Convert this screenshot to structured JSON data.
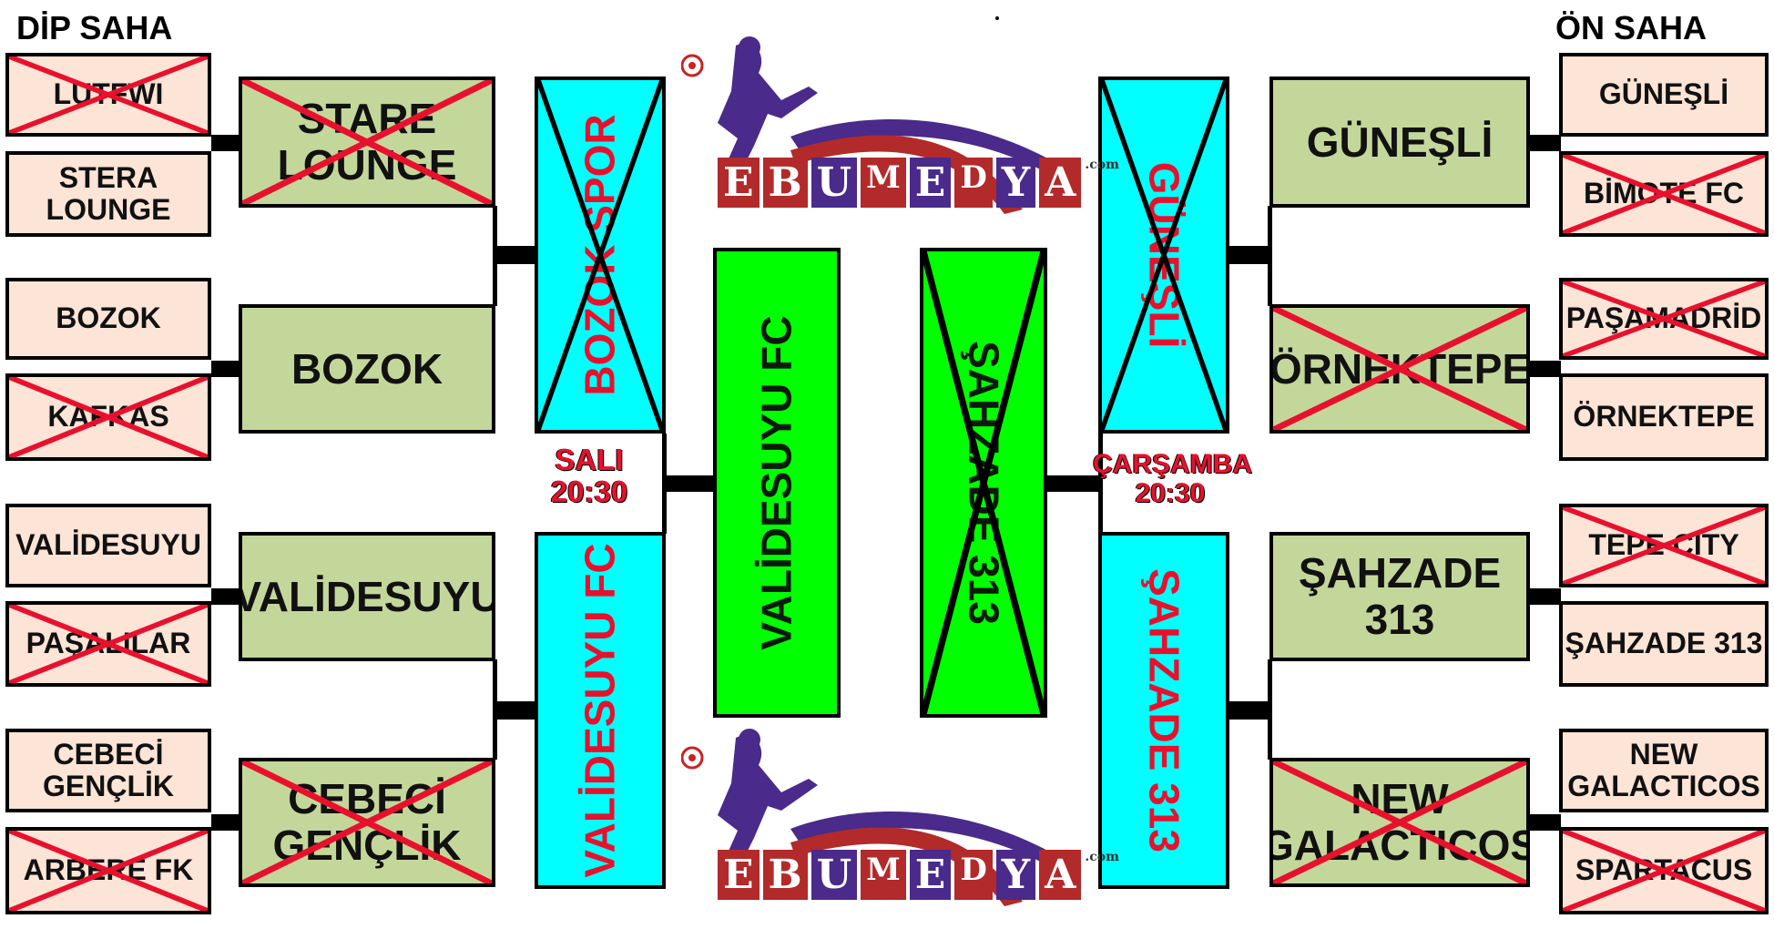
{
  "headers": {
    "left": "DİP SAHA",
    "right": "ÖN SAHA"
  },
  "left_r1": [
    {
      "name": "LUTFWI",
      "eliminated": true
    },
    {
      "name": "STERA LOUNGE",
      "eliminated": false
    },
    {
      "name": "BOZOK",
      "eliminated": false
    },
    {
      "name": "KAFKAS",
      "eliminated": true
    },
    {
      "name": "VALİDESUYU",
      "eliminated": false
    },
    {
      "name": "PAŞALILAR",
      "eliminated": true
    },
    {
      "name": "CEBECİ GENÇLİK",
      "eliminated": false
    },
    {
      "name": "ARBERE FK",
      "eliminated": true
    }
  ],
  "left_r2": [
    {
      "name": "STARE LOUNGE",
      "eliminated": true
    },
    {
      "name": "BOZOK",
      "eliminated": false
    },
    {
      "name": "VALİDESUYU",
      "eliminated": false
    },
    {
      "name": "CEBECİ GENÇLİK",
      "eliminated": true
    }
  ],
  "left_semi": [
    {
      "name": "BOZOK SPOR",
      "eliminated": true
    },
    {
      "name": "VALİDESUYU FC",
      "eliminated": false
    }
  ],
  "final": [
    {
      "name": "VALİDESUYU FC",
      "eliminated": false
    },
    {
      "name": "ŞAHZADE 313",
      "eliminated": true
    }
  ],
  "right_semi": [
    {
      "name": "GÜNEŞLİ",
      "eliminated": true
    },
    {
      "name": "ŞAHZADE 313",
      "eliminated": false
    }
  ],
  "right_r2": [
    {
      "name": "GÜNEŞLİ",
      "eliminated": false
    },
    {
      "name": "ÖRNEKTEPE",
      "eliminated": true
    },
    {
      "name": "ŞAHZADE 313",
      "eliminated": false
    },
    {
      "name": "NEW GALACTICOS",
      "eliminated": true
    }
  ],
  "right_r1": [
    {
      "name": "GÜNEŞLİ",
      "eliminated": false
    },
    {
      "name": "BİMOTE FC",
      "eliminated": true
    },
    {
      "name": "PAŞAMADRİD",
      "eliminated": true
    },
    {
      "name": "ÖRNEKTEPE",
      "eliminated": false
    },
    {
      "name": "TEPE CITY",
      "eliminated": true
    },
    {
      "name": "ŞAHZADE 313",
      "eliminated": false
    },
    {
      "name": "NEW GALACTICOS",
      "eliminated": false
    },
    {
      "name": "SPARTACUS",
      "eliminated": true
    }
  ],
  "schedule": {
    "left_day": "SALI",
    "left_time": "20:30",
    "right_day": "ÇARŞAMBA",
    "right_time": "20:30"
  },
  "logo": {
    "letters": [
      "E",
      "B",
      "U",
      "M",
      "E",
      "D",
      "Y",
      "A"
    ],
    "suffix": ".com"
  },
  "colors": {
    "peach": "#fce4d6",
    "sage": "#c4d79b",
    "cyan": "#00ffff",
    "lime": "#00ff00",
    "cross_red": "#e8112d",
    "cross_black": "#000000",
    "logo_red": "#b22a2a",
    "logo_purple": "#4a2a8a"
  }
}
